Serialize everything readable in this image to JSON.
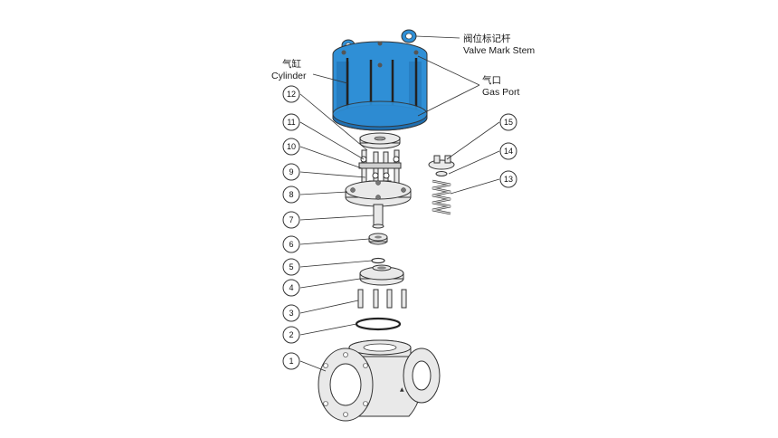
{
  "colors": {
    "cylinder": "#2f8fd6",
    "cylinder_dark": "#1f6fb0",
    "part_fill": "#e9e9e9",
    "line": "#333333"
  },
  "labels": {
    "valve_mark_stem_cn": "阀位标记杆",
    "valve_mark_stem_en": "Valve Mark Stem",
    "cylinder_cn": "气缸",
    "cylinder_en": "Cylinder",
    "gas_port_cn": "气口",
    "gas_port_en": "Gas Port"
  },
  "callouts": [
    "1",
    "2",
    "3",
    "4",
    "5",
    "6",
    "7",
    "8",
    "9",
    "10",
    "11",
    "12",
    "13",
    "14",
    "15"
  ]
}
